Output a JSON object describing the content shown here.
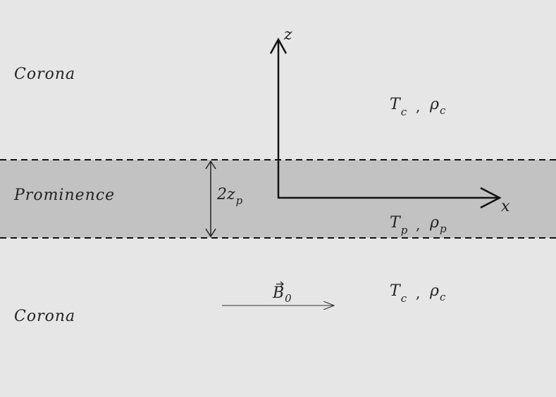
{
  "diagram": {
    "regions": [
      {
        "label": "Corona",
        "temperature": {
          "base": "T",
          "sub": "c"
        },
        "density": {
          "base": "ρ",
          "sub": "c"
        }
      },
      {
        "label": "Prominence",
        "temperature": {
          "base": "T",
          "sub": "p"
        },
        "density": {
          "base": "ρ",
          "sub": "p"
        }
      },
      {
        "label": "Corona",
        "temperature": {
          "base": "T",
          "sub": "c"
        },
        "density": {
          "base": "ρ",
          "sub": "c"
        }
      }
    ],
    "separator": ",",
    "thickness": {
      "coef": "2z",
      "sub": "p"
    },
    "axes": {
      "vertical": "z",
      "horizontal": "x"
    },
    "field": {
      "base": "B",
      "sub": "0"
    },
    "colors": {
      "corona": "#e6e6e6",
      "prominence": "#c2c2c2",
      "ink": "#111111"
    }
  }
}
